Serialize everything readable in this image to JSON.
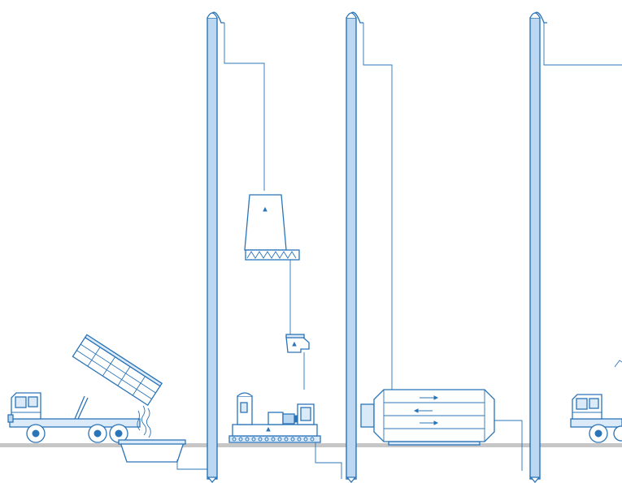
{
  "colors": {
    "line": "#2a74b8",
    "pipe_fill": "#bcd7f2",
    "light_fill": "#dbeaf8",
    "ground": "#c6c6c6",
    "background": "#ffffff"
  },
  "elements": [
    "dump-truck-unloading",
    "receiving-hopper",
    "vertical-duct-1",
    "suspended-hopper-with-screw-conveyor",
    "separator-cyclone",
    "pump-unit-skid",
    "vertical-duct-2",
    "horizontal-heat-exchanger",
    "vertical-duct-3",
    "dump-truck-partial"
  ]
}
